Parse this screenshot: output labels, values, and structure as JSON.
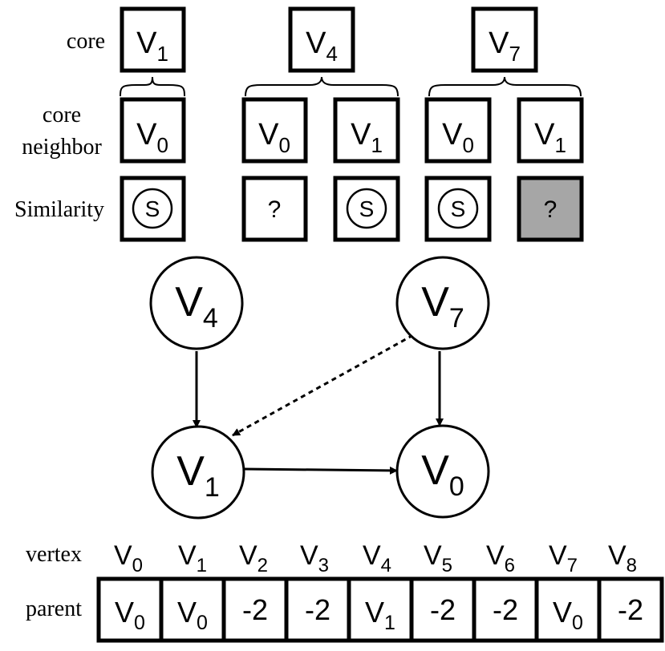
{
  "row_labels": {
    "core": "core",
    "core_neighbor_line1": "core",
    "core_neighbor_line2": "neighbor",
    "similarity": "Similarity",
    "vertex": "vertex",
    "parent": "parent"
  },
  "groups": [
    {
      "core": {
        "base": "V",
        "sub": "1"
      },
      "entries": [
        {
          "neighbor": {
            "base": "V",
            "sub": "0"
          },
          "similarity": {
            "type": "S",
            "text": "S"
          }
        }
      ]
    },
    {
      "core": {
        "base": "V",
        "sub": "4"
      },
      "entries": [
        {
          "neighbor": {
            "base": "V",
            "sub": "0"
          },
          "similarity": {
            "type": "unknown",
            "text": "?"
          }
        },
        {
          "neighbor": {
            "base": "V",
            "sub": "1"
          },
          "similarity": {
            "type": "S",
            "text": "S"
          }
        }
      ]
    },
    {
      "core": {
        "base": "V",
        "sub": "7"
      },
      "entries": [
        {
          "neighbor": {
            "base": "V",
            "sub": "0"
          },
          "similarity": {
            "type": "S",
            "text": "S"
          }
        },
        {
          "neighbor": {
            "base": "V",
            "sub": "1"
          },
          "similarity": {
            "type": "unknown-shaded",
            "text": "?"
          }
        }
      ]
    }
  ],
  "graph": {
    "nodes": [
      {
        "id": "v4",
        "base": "V",
        "sub": "4"
      },
      {
        "id": "v7",
        "base": "V",
        "sub": "7"
      },
      {
        "id": "v1",
        "base": "V",
        "sub": "1"
      },
      {
        "id": "v0",
        "base": "V",
        "sub": "0"
      }
    ],
    "edges": [
      {
        "from": "v4",
        "to": "v1",
        "style": "solid"
      },
      {
        "from": "v7",
        "to": "v0",
        "style": "solid"
      },
      {
        "from": "v7",
        "to": "v1",
        "style": "dashed"
      },
      {
        "from": "v1",
        "to": "v0",
        "style": "solid"
      }
    ]
  },
  "array": {
    "vertices": [
      {
        "base": "V",
        "sub": "0"
      },
      {
        "base": "V",
        "sub": "1"
      },
      {
        "base": "V",
        "sub": "2"
      },
      {
        "base": "V",
        "sub": "3"
      },
      {
        "base": "V",
        "sub": "4"
      },
      {
        "base": "V",
        "sub": "5"
      },
      {
        "base": "V",
        "sub": "6"
      },
      {
        "base": "V",
        "sub": "7"
      },
      {
        "base": "V",
        "sub": "8"
      }
    ],
    "parents": [
      {
        "base": "V",
        "sub": "0"
      },
      {
        "base": "V",
        "sub": "0"
      },
      {
        "base": "-2",
        "sub": ""
      },
      {
        "base": "-2",
        "sub": ""
      },
      {
        "base": "V",
        "sub": "1"
      },
      {
        "base": "-2",
        "sub": ""
      },
      {
        "base": "-2",
        "sub": ""
      },
      {
        "base": "V",
        "sub": "0"
      },
      {
        "base": "-2",
        "sub": ""
      }
    ]
  },
  "colors": {
    "shaded_cell": "#a6a6a6",
    "stroke": "#000000",
    "background": "#ffffff"
  }
}
